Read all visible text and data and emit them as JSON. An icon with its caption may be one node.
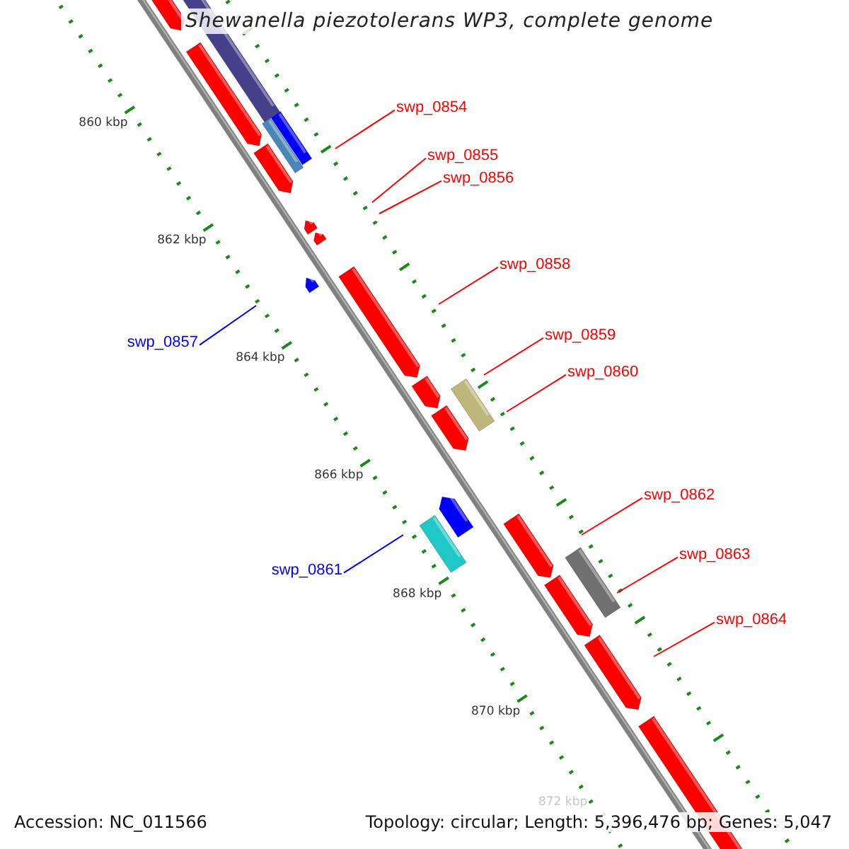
{
  "diagram": {
    "title": "Shewanella piezotolerans WP3, complete genome",
    "nodes": [
      {
        "text": [
          "swp_0854"
        ]
      },
      {
        "text": [
          "swp_0855"
        ]
      },
      {
        "text": [
          "swp_0856"
        ]
      },
      {
        "text": [
          "swp_0858"
        ]
      },
      {
        "text": [
          "swp_0859"
        ]
      },
      {
        "text": [
          "swp_0857"
        ]
      },
      {
        "text": [
          "swp_0860"
        ]
      },
      {
        "text": [
          "swp_0862"
        ]
      },
      {
        "text": [
          "swp_0863"
        ]
      },
      {
        "text": [
          "swp_0861"
        ]
      },
      {
        "text": [
          "swp_0864"
        ]
      }
    ],
    "edges": [
      {
        "from": 0,
        "to": null,
        "arrow": "none"
      },
      {
        "from": 1,
        "to": null,
        "arrow": "none"
      },
      {
        "from": 2,
        "to": null,
        "arrow": "none"
      },
      {
        "from": 3,
        "to": null,
        "arrow": "none"
      },
      {
        "from": 4,
        "to": null,
        "arrow": "none"
      },
      {
        "from": 5,
        "to": null,
        "arrow": "none",
        "color": "#0000ff"
      },
      {
        "from": 6,
        "to": null,
        "arrow": "none"
      },
      {
        "from": 7,
        "to": null,
        "arrow": "none"
      },
      {
        "from": 8,
        "to": null,
        "arrow": "none"
      },
      {
        "from": 9,
        "to": null,
        "arrow": "none",
        "color": "#0000ff"
      },
      {
        "from": 10,
        "to": null,
        "arrow": "none"
      }
    ],
    "labels": [
      "860 kbp",
      "862 kbp",
      "864 kbp",
      "866 kbp",
      "868 kbp",
      "870 kbp",
      "872 kbp",
      "Accession: NC_011566",
      "Topology: circular; Length: 5,396,476 bp; Genes: 5,047"
    ]
  }
}
